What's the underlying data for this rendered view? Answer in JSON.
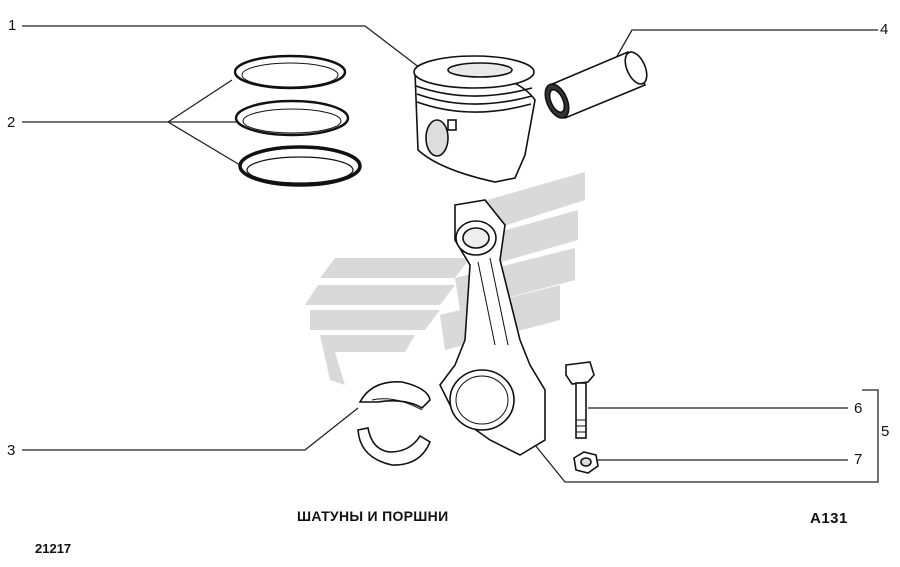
{
  "diagram": {
    "title": "ШАТУНЫ И ПОРШНИ",
    "code": "A131",
    "model": "21217",
    "callouts": [
      "1",
      "2",
      "3",
      "4",
      "5",
      "6",
      "7"
    ]
  }
}
